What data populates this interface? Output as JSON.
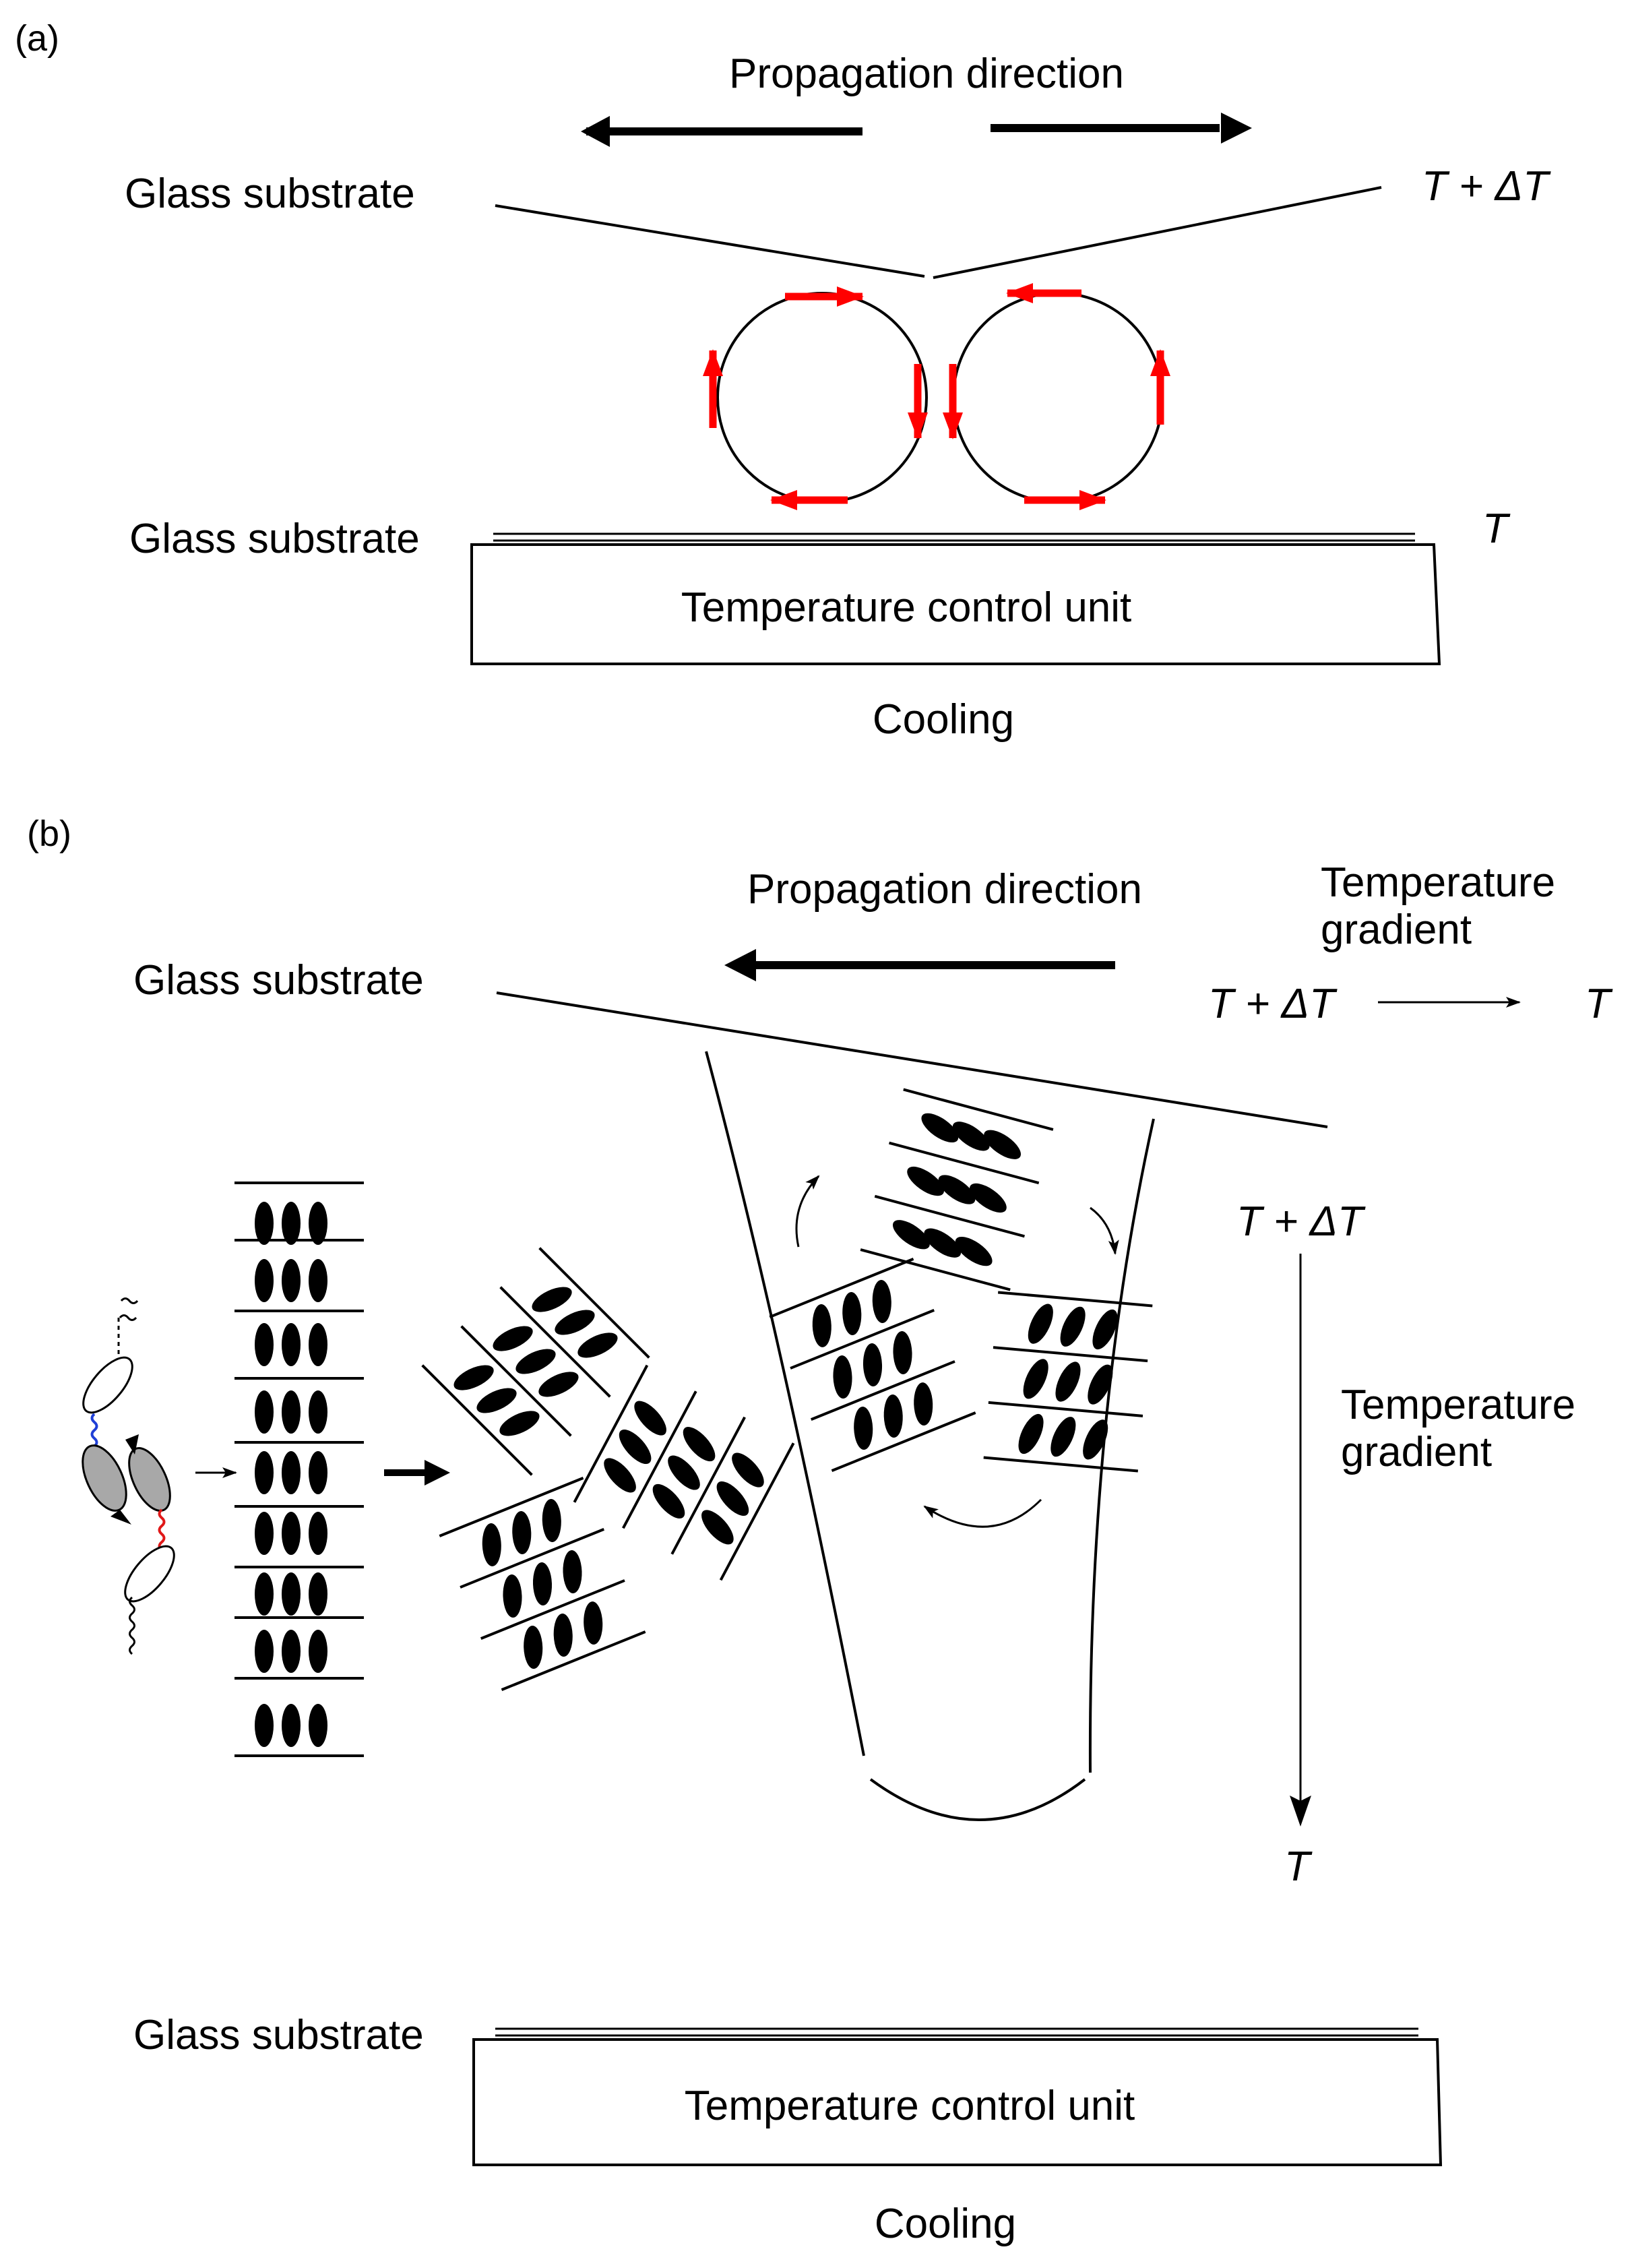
{
  "panel_a": {
    "label": "(a)",
    "propagation": "Propagation direction",
    "glass_top": "Glass substrate",
    "glass_bottom": "Glass substrate",
    "temp_top": "T + ΔT",
    "temp_bottom": "T",
    "control_unit": "Temperature control unit",
    "cooling": "Cooling"
  },
  "panel_b": {
    "label": "(b)",
    "propagation": "Propagation direction",
    "gradient_label_top_line1": "Temperature",
    "gradient_label_top_line2": "gradient",
    "gradient_top_from": "T + ΔT",
    "gradient_top_to": "T",
    "glass_top": "Glass substrate",
    "glass_bottom": "Glass substrate",
    "gradient_label_side_line1": "Temperature",
    "gradient_label_side_line2": "gradient",
    "gradient_side_from": "T + ΔT",
    "gradient_side_to": "T",
    "control_unit": "Temperature control unit",
    "cooling": "Cooling"
  },
  "colors": {
    "ink": "#000000",
    "flow_arrow": "#ff0000",
    "linker_blue": "#1f3fd6",
    "linker_red": "#e01818",
    "molecule_core": "#a8a8a8"
  }
}
